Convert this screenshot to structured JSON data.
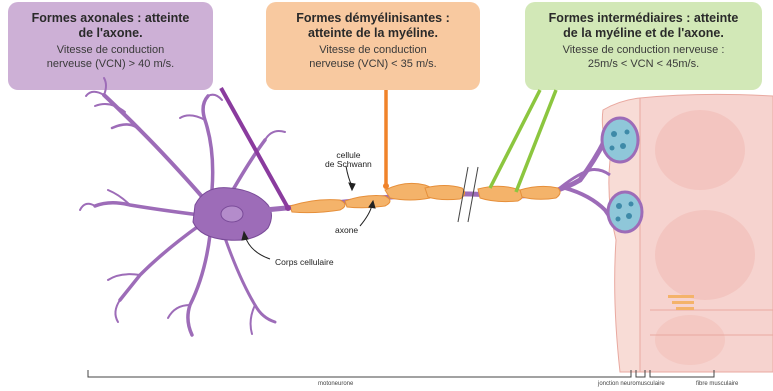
{
  "boxes": {
    "axonal": {
      "title_line1": "Formes axonales : atteinte",
      "title_line2": "de l'axone.",
      "desc_line1": "Vitesse de conduction",
      "desc_line2": "nerveuse  (VCN) > 40 m/s.",
      "color": "#cdb0d6",
      "pointer_color": "#8a3b9e"
    },
    "demyelinating": {
      "title_line1": "Formes démyélinisantes :",
      "title_line2": "atteinte de la myéline.",
      "desc_line1": "Vitesse de conduction",
      "desc_line2": "nerveuse  (VCN) < 35 m/s.",
      "color": "#f8c9a0",
      "pointer_color": "#f0832a"
    },
    "intermediate": {
      "title_line1": "Formes intermédiaires : atteinte",
      "title_line2": "de la myéline et de l'axone.",
      "desc_line1": "Vitesse de conduction nerveuse :",
      "desc_line2": "25m/s < VCN < 45m/s.",
      "color": "#d2e8b7",
      "pointer_color": "#8cc63f"
    }
  },
  "labels": {
    "schwann_line1": "cellule",
    "schwann_line2": "de Schwann",
    "axon": "axone",
    "cell_body": "Corps cellulaire"
  },
  "scale": {
    "motoneuron": "motoneurone",
    "junction": "jonction neuromusculaire",
    "fiber": "fibre musculaire"
  },
  "colors": {
    "neuron": "#9d6cb8",
    "neuron_dark": "#7a4b99",
    "myelin": "#f4b36a",
    "muscle": "#f6d3cf"
  }
}
